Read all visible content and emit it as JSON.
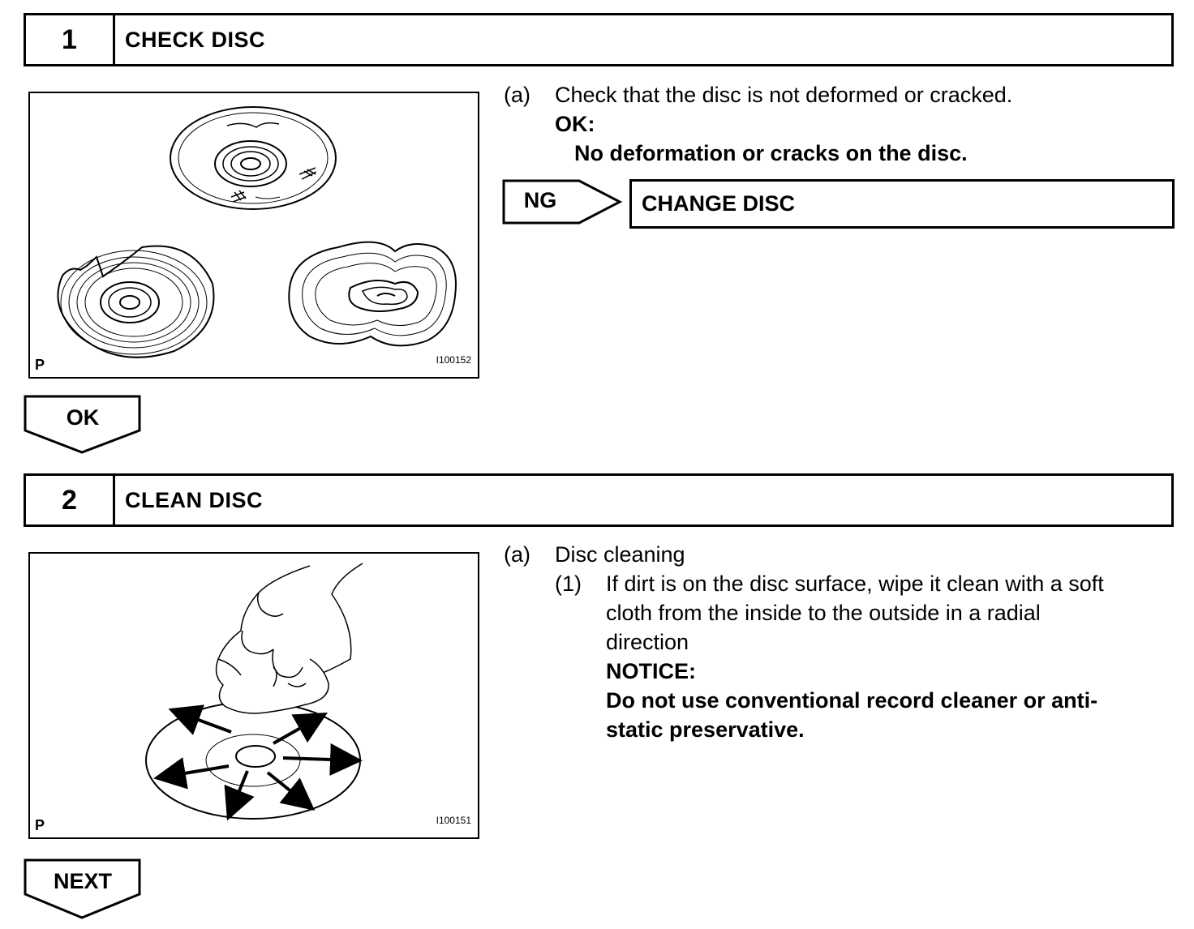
{
  "step1": {
    "number": "1",
    "title": "CHECK DISC",
    "figure": {
      "label": "P",
      "code": "I100152"
    },
    "item_marker": "(a)",
    "item_text": "Check that the disc is not deformed or cracked.",
    "ok_label": "OK:",
    "ok_text": "No deformation or cracks on the disc.",
    "ng_label": "NG",
    "ng_action": "CHANGE DISC",
    "result_label": "OK"
  },
  "step2": {
    "number": "2",
    "title": "CLEAN DISC",
    "figure": {
      "label": "P",
      "code": "I100151"
    },
    "item_marker": "(a)",
    "item_text": "Disc cleaning",
    "sub_marker": "(1)",
    "sub_lines": [
      "If dirt is on the disc surface, wipe it clean with a soft",
      "cloth from the inside to the outside in a radial",
      "direction"
    ],
    "notice_label": "NOTICE:",
    "notice_lines": [
      "Do not use conventional record cleaner or anti-",
      "static preservative."
    ],
    "result_label": "NEXT"
  }
}
